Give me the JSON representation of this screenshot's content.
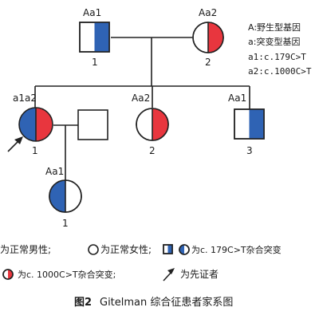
{
  "colors": {
    "blue": "#2f63b4",
    "red": "#e8363e",
    "white": "#ffffff",
    "stroke": "#222222"
  },
  "definitions": [
    "A:野生型基因",
    "a:突变型基因",
    "a1:c.179C>T",
    "a2:c.1000C>T"
  ],
  "individuals": {
    "gen1_1": {
      "genotype": "Aa1",
      "number": "1"
    },
    "gen1_2": {
      "genotype": "Aa2",
      "number": "2"
    },
    "gen2_1": {
      "genotype": "a1a2",
      "number": "1"
    },
    "gen2_2": {
      "genotype": "Aa2",
      "number": "2"
    },
    "gen2_3": {
      "genotype": "Aa1",
      "number": "3"
    },
    "gen3_1": {
      "genotype": "Aa1",
      "number": "1"
    }
  },
  "legend": {
    "line1_a": "为正常男性;",
    "line1_b": "为正常女性;",
    "line1_c": "为c. 179C>T杂合突变",
    "line2_a": "为c. 1000C>T杂合突变;",
    "line2_b": "为先证者"
  },
  "caption": {
    "label": "图2",
    "text": "Gitelman 综合征患者家系图"
  }
}
